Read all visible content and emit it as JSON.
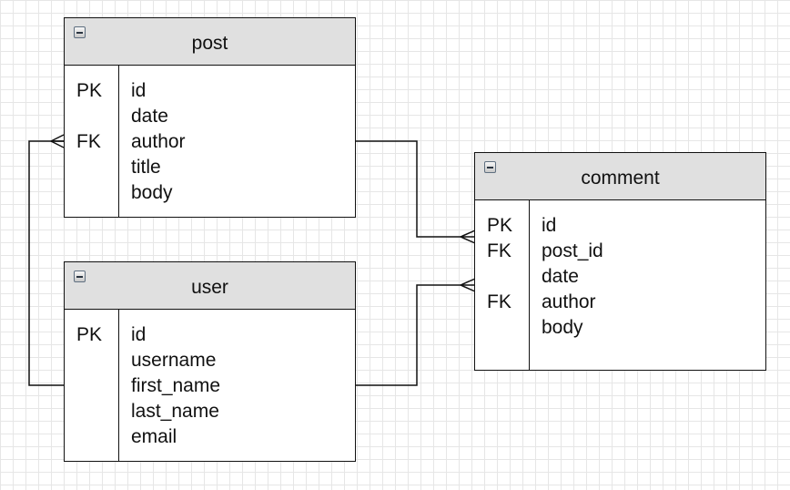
{
  "entities": {
    "post": {
      "title": "post",
      "keys": [
        "PK",
        "",
        "FK",
        "",
        ""
      ],
      "fields": [
        "id",
        "date",
        "author",
        "title",
        "body"
      ]
    },
    "comment": {
      "title": "comment",
      "keys": [
        "PK",
        "FK",
        "",
        "FK",
        ""
      ],
      "fields": [
        "id",
        "post_id",
        "date",
        "author",
        "body"
      ]
    },
    "user": {
      "title": "user",
      "keys": [
        "PK",
        "",
        "",
        "",
        ""
      ],
      "fields": [
        "id",
        "username",
        "first_name",
        "last_name",
        "email"
      ]
    }
  },
  "relationships": [
    {
      "from": "user.id",
      "to": "post.author",
      "notation": "crow-foot"
    },
    {
      "from": "post.id",
      "to": "comment.post_id",
      "notation": "crow-foot"
    },
    {
      "from": "user.id",
      "to": "comment.author",
      "notation": "crow-foot"
    }
  ],
  "colors": {
    "header": "#e0e0e0",
    "border": "#111111",
    "grid": "#e6e6e6",
    "background": "#ffffff"
  },
  "icons": {
    "collapse": "collapse-minus-icon"
  }
}
